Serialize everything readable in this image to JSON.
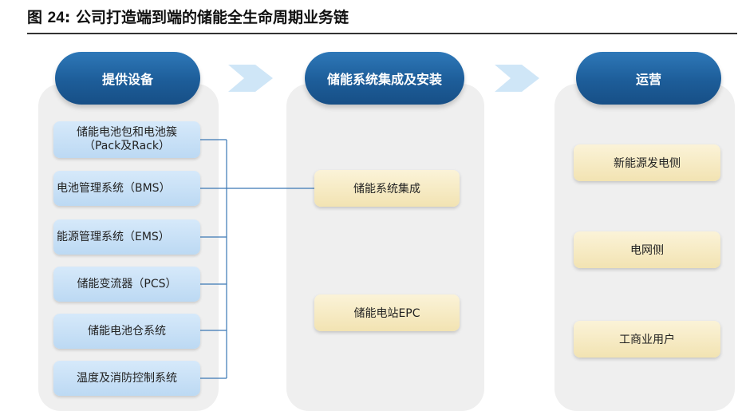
{
  "figure": {
    "label": "图 ",
    "number": "24",
    "caption": ": 公司打造端到端的储能全生命周期业务链"
  },
  "columns": [
    {
      "header": "提供设备",
      "items": [
        "储能电池包和电池簇",
        "（Pack及Rack）",
        "电池管理系统（BMS）",
        "能源管理系统（EMS）",
        "储能变流器（PCS）",
        "储能电池仓系统",
        "温度及消防控制系统"
      ]
    },
    {
      "header": "储能系统集成及安装",
      "items": [
        "储能系统集成",
        "储能电站EPC"
      ]
    },
    {
      "header": "运营",
      "items": [
        "新能源发电侧",
        "电网侧",
        "工商业用户"
      ]
    }
  ],
  "colors": {
    "header_blue": "#1d5d99",
    "equipment_box": "#c9e1f6",
    "service_box": "#f6eac4",
    "panel_bg": "#efefef",
    "arrow": "#cfe6f7",
    "connector": "#3a78b5"
  }
}
